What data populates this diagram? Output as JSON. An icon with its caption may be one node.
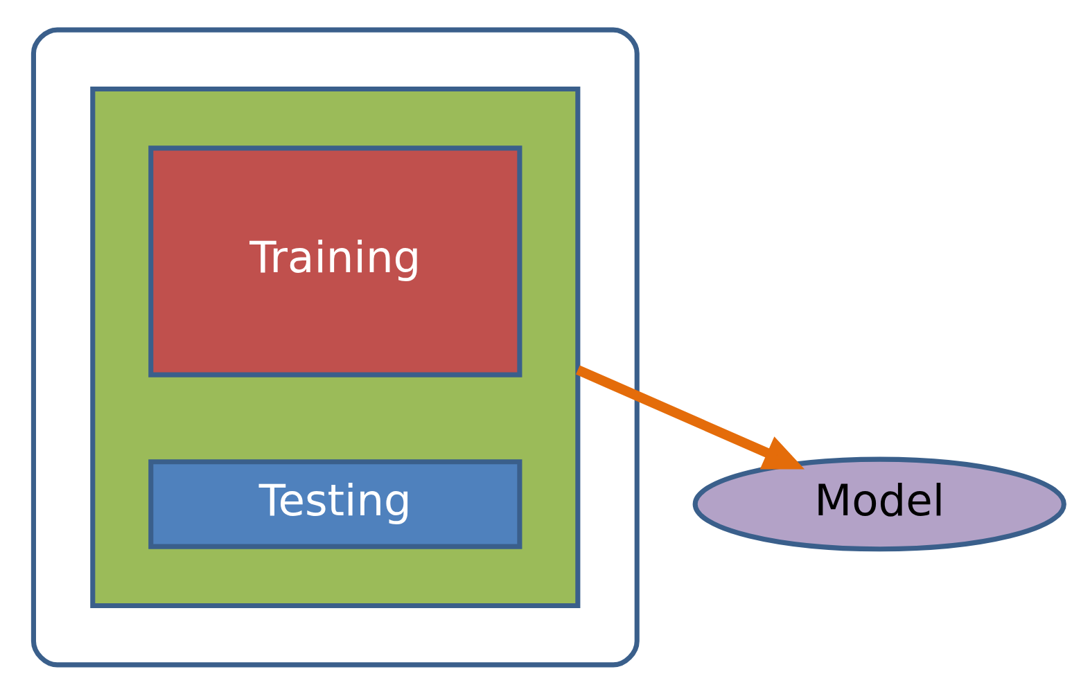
{
  "diagram": {
    "nodes": [
      {
        "text": [],
        "shape": "ellipse"
      },
      {
        "text": [],
        "shape": "box",
        "in": 0
      },
      {
        "text": [
          "Training"
        ],
        "in": 1
      },
      {
        "text": [
          "Testing"
        ],
        "in": 1
      },
      {
        "text": [
          "Model"
        ]
      }
    ],
    "edges": [
      {
        "from": 1,
        "to": 4,
        "arrow": "to",
        "color": "#e46c0a"
      }
    ]
  }
}
